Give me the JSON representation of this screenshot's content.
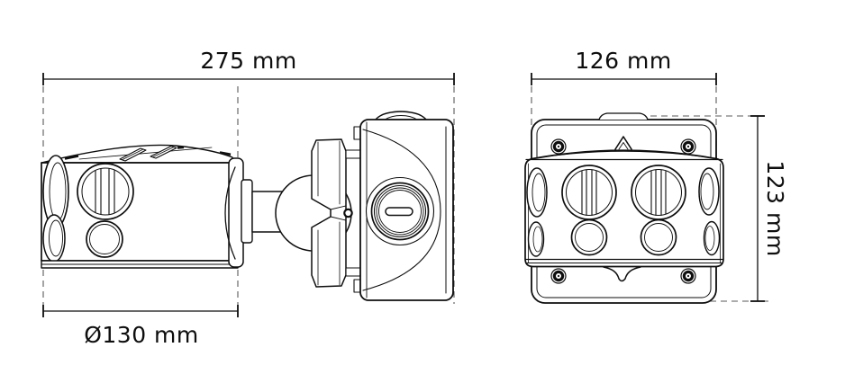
{
  "drawing": {
    "dimensions": {
      "overall_length": "275 mm",
      "head_diameter": "Ø130 mm",
      "front_width": "126 mm",
      "front_height": "123 mm"
    },
    "colors": {
      "line": "#0e0e0e",
      "dashed_line": "#5a5a5a",
      "background": "#ffffff"
    }
  }
}
